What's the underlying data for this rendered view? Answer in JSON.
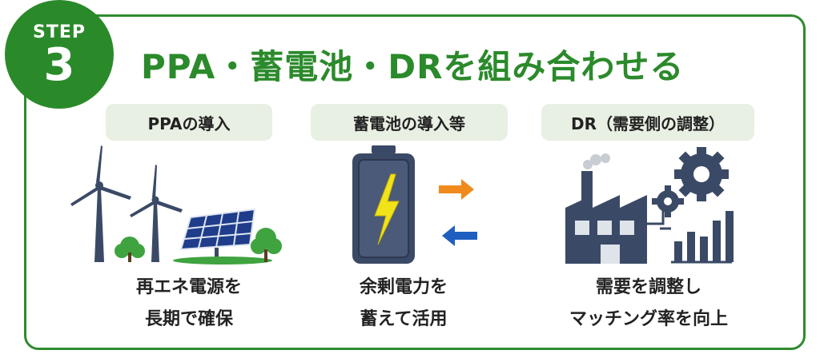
{
  "badge": {
    "step": "STEP",
    "number": "3"
  },
  "title": "PPA・蓄電池・DRを組み合わせる",
  "columns": [
    {
      "heading": "PPAの導入",
      "caption_lines": [
        "再エネ電源を",
        "長期で確保"
      ]
    },
    {
      "heading": "蓄電池の導入等",
      "caption_lines": [
        "余剰電力を",
        "蓄えて活用"
      ]
    },
    {
      "heading": "DR（需要側の調整）",
      "caption_lines": [
        "需要を調整し",
        "マッチング率を向上"
      ]
    }
  ],
  "icons": [
    "wind-turbine-icon",
    "solar-panel-icon",
    "tree-icon",
    "battery-icon",
    "lightning-icon",
    "arrow-right-icon",
    "arrow-left-icon",
    "factory-icon",
    "gear-icon",
    "bar-chart-icon"
  ],
  "colors": {
    "accent_green": "#2a8a2a",
    "pill_bg": "#e8efe3",
    "orange_arrow": "#f08a1c",
    "blue_arrow": "#1f5fbf",
    "navy": "#3a4a66",
    "lightning": "#f2e21a"
  }
}
